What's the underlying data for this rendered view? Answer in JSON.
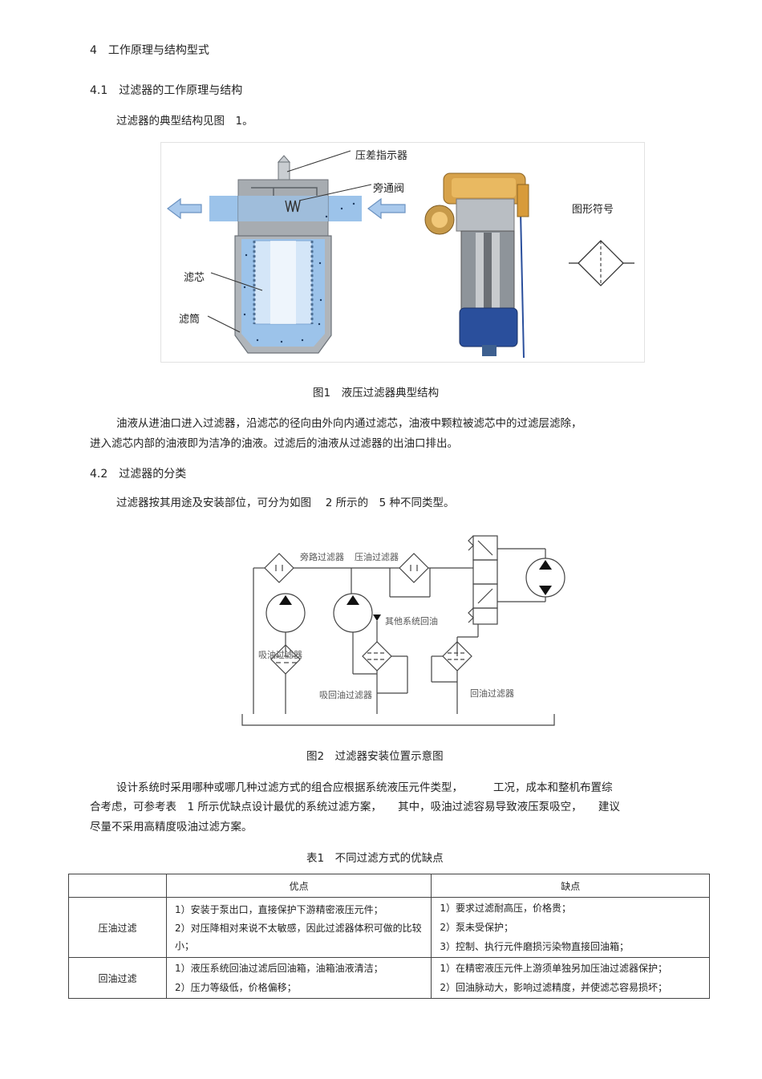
{
  "heading_4": "4　工作原理与结构型式",
  "heading_4_1": "4.1　过滤器的工作原理与结构",
  "para_1": "过滤器的典型结构见图　1。",
  "fig1": {
    "label_indicator": "压差指示器",
    "label_bypass": "旁通阀",
    "label_symbol": "图形符号",
    "label_core": "滤芯",
    "label_housing": "滤筒",
    "caption": "图1　液压过滤器典型结构"
  },
  "para_2_line1": "油液从进油口进入过滤器，沿滤芯的径向由外向内通过滤芯，油液中颗粒被滤芯中的过滤层滤除，",
  "para_2_line2": "进入滤芯内部的油液即为洁净的油液。过滤后的油液从过滤器的出油口排出。",
  "heading_4_2": "4.2　过滤器的分类",
  "para_3": "过滤器按其用途及安装部位，可分为如图　 2 所示的　5 种不同类型。",
  "fig2": {
    "label_bypass_filter": "旁路过滤器",
    "label_pressure_filter": "压油过滤器",
    "label_other_return": "其他系统回油",
    "label_suction_filter": "吸油过滤器",
    "label_suction_return_filter": "吸回油过滤器",
    "label_return_filter": "回油过滤器",
    "caption": "图2　过滤器安装位置示意图"
  },
  "para_4_line1": "设计系统时采用哪种或哪几种过滤方式的组合应根据系统液压元件类型，　　　 工况，成本和整机布置综",
  "para_4_line2": "合考虑，可参考表　1 所示优缺点设计最优的系统过滤方案，　　其中，吸油过滤容易导致液压泵吸空，　　建议",
  "para_4_line3": "尽量不采用高精度吸油过滤方案。",
  "table": {
    "caption": "表1　不同过滤方式的优缺点",
    "header": [
      "",
      "优点",
      "缺点"
    ],
    "rows": [
      {
        "name": "压油过滤",
        "pros": [
          "1）安装于泵出口，直接保护下游精密液压元件；",
          "2）对压降相对来说不太敏感，因此过滤器体积可做的比较小；"
        ],
        "cons": [
          "1）要求过滤耐高压，价格贵；",
          "2）泵未受保护；",
          "3）控制、执行元件磨损污染物直接回油箱；"
        ]
      },
      {
        "name": "回油过滤",
        "pros": [
          "1）液压系统回油过滤后回油箱，油箱油液清洁；",
          "2）压力等级低，价格偏移；"
        ],
        "cons": [
          "1）在精密液压元件上游须单独另加压油过滤器保护；",
          "2）回油脉动大，影响过滤精度，并使滤芯容易损坏；"
        ]
      }
    ]
  },
  "colors": {
    "flow_blue": "#9cc3ea",
    "core_blue": "#bcd8f4",
    "housing_gray": "#9aa0a6",
    "steel_blue": "#2a4f9c"
  }
}
